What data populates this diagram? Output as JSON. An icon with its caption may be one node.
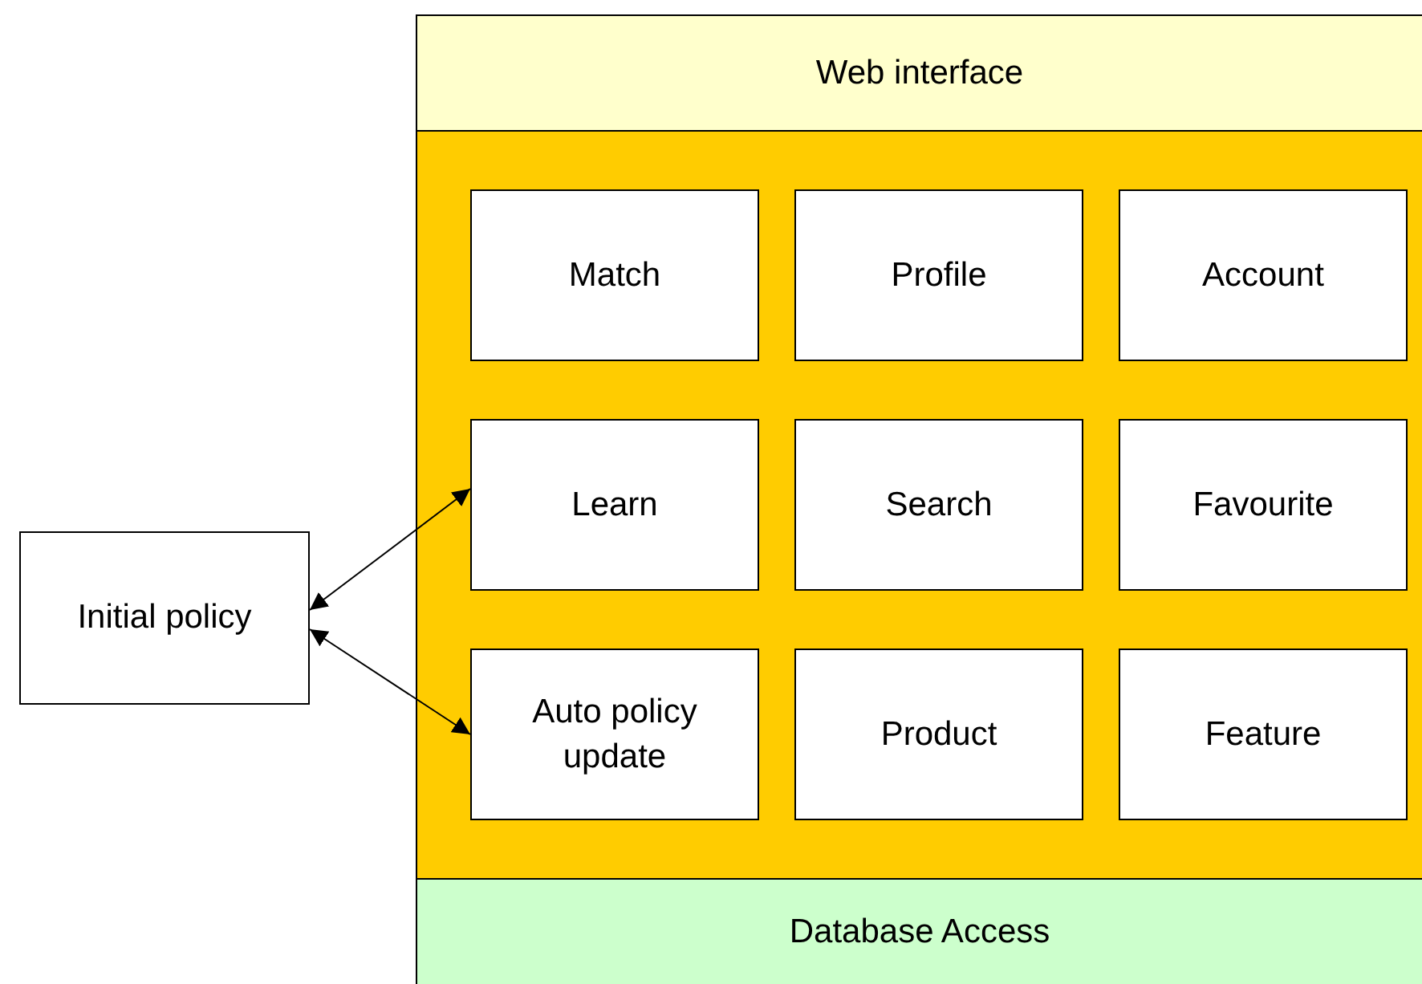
{
  "diagram": {
    "nodes": [
      {
        "text": [
          "Web interface"
        ]
      },
      {
        "text": [],
        "shape": "box"
      },
      {
        "text": [
          "Match"
        ],
        "in": 1
      },
      {
        "text": [
          "Profile"
        ],
        "in": 1
      },
      {
        "text": [
          "Account"
        ],
        "in": 1
      },
      {
        "text": [
          "Learn"
        ],
        "in": 1
      },
      {
        "text": [
          "Search"
        ],
        "in": 1
      },
      {
        "text": [
          "Favourite"
        ],
        "in": 1
      },
      {
        "text": [
          "Auto policy update"
        ],
        "in": 1
      },
      {
        "text": [
          "Product"
        ],
        "in": 1
      },
      {
        "text": [
          "Feature"
        ],
        "in": 1
      },
      {
        "text": [
          "Database Access"
        ]
      },
      {
        "text": [
          "Initial policy"
        ]
      }
    ],
    "edges": [
      {
        "from": 12,
        "to": 5,
        "arrow": "both"
      },
      {
        "from": 12,
        "to": 8,
        "arrow": "both"
      }
    ]
  }
}
